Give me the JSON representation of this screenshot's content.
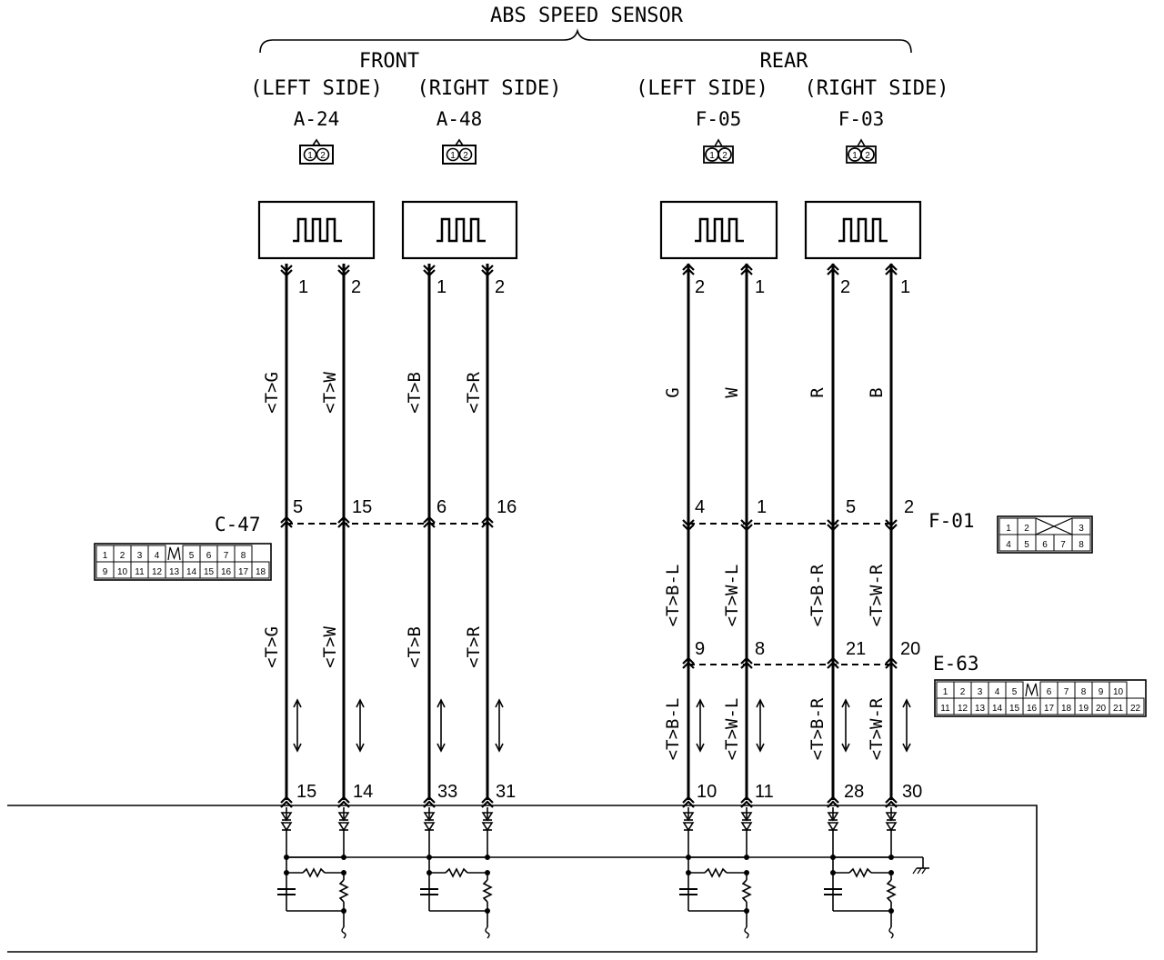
{
  "title": "ABS SPEED SENSOR",
  "groups": {
    "front": "FRONT",
    "rear": "REAR"
  },
  "sides": {
    "front_left": "(LEFT SIDE)",
    "front_right": "(RIGHT SIDE)",
    "rear_left": "(LEFT SIDE)",
    "rear_right": "(RIGHT SIDE)"
  },
  "sensors": {
    "a24": "A-24",
    "a48": "A-48",
    "f05": "F-05",
    "f03": "F-03"
  },
  "sensor_pins": [
    "1",
    "2"
  ],
  "top_pins": {
    "a24": [
      "1",
      "2"
    ],
    "a48": [
      "1",
      "2"
    ],
    "f05": [
      "2",
      "1"
    ],
    "f03": [
      "2",
      "1"
    ]
  },
  "upper_wires": {
    "front": [
      "<T>G",
      "<T>W",
      "<T>B",
      "<T>R"
    ],
    "rear": [
      "G",
      "W",
      "R",
      "B"
    ]
  },
  "c47": {
    "label": "C-47",
    "pins": [
      "5",
      "15",
      "6",
      "16"
    ],
    "grid_row1": [
      "1",
      "2",
      "3",
      "4",
      "",
      "5",
      "6",
      "7",
      "8"
    ],
    "grid_row2": [
      "9",
      "10",
      "11",
      "12",
      "13",
      "14",
      "15",
      "16",
      "17",
      "18"
    ]
  },
  "f01": {
    "label": "F-01",
    "pins": [
      "4",
      "1",
      "5",
      "2"
    ],
    "grid_row1": [
      "1",
      "2",
      "",
      "3"
    ],
    "grid_row2": [
      "4",
      "5",
      "6",
      "7",
      "8"
    ]
  },
  "middle_wires": {
    "front": [
      "<T>G",
      "<T>W",
      "<T>B",
      "<T>R"
    ],
    "rear": [
      "<T>B-L",
      "<T>W-L",
      "<T>B-R",
      "<T>W-R"
    ]
  },
  "e63": {
    "label": "E-63",
    "pins": [
      "9",
      "8",
      "21",
      "20"
    ],
    "grid_row1": [
      "1",
      "2",
      "3",
      "4",
      "5",
      "",
      "6",
      "7",
      "8",
      "9",
      "10"
    ],
    "grid_row2": [
      "11",
      "12",
      "13",
      "14",
      "15",
      "16",
      "17",
      "18",
      "19",
      "20",
      "21",
      "22"
    ]
  },
  "lower_wires": {
    "rear": [
      "<T>B-L",
      "<T>W-L",
      "<T>B-R",
      "<T>W-R"
    ]
  },
  "ecu_pins": [
    "15",
    "14",
    "33",
    "31",
    "10",
    "11",
    "28",
    "30"
  ]
}
